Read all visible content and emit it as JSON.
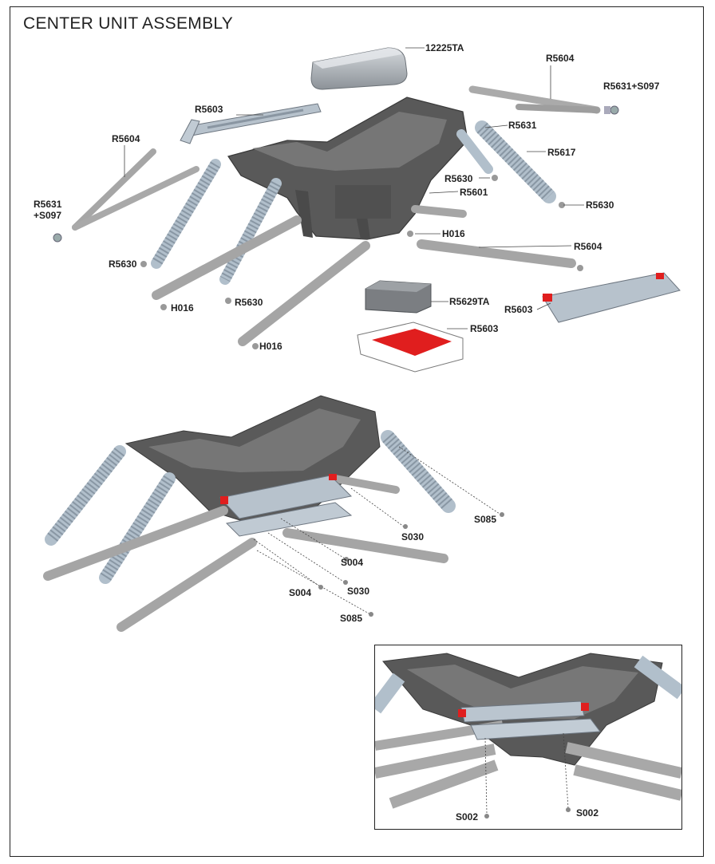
{
  "title": "CENTER UNIT ASSEMBLY",
  "colors": {
    "frame_dark": "#4f4f4f",
    "frame_mid": "#6b6b6b",
    "shock_blue": "#b3c0cc",
    "link_grey": "#a4a4a4",
    "red_accent": "#e01e1e",
    "label_text": "#222222"
  },
  "callouts": {
    "battery": "12225TA",
    "link_top_right": "R5604",
    "rod_end_top_right": "R5631+S097",
    "bumper_top": "R5603",
    "rod_end_right": "R5631",
    "shock_right": "R5617",
    "link_left": "R5604",
    "ball_right_inner": "R5630",
    "chassis": "R5601",
    "ball_right_outer": "R5630",
    "rod_end_left_line1": "R5631",
    "rod_end_left_line2": "+S097",
    "pivot_center": "H016",
    "link_right_lower": "R5604",
    "ball_left": "R5630",
    "esc": "R5629TA",
    "bumper_right": "R5603",
    "pivot_left": "H016",
    "ball_left_lower": "R5630",
    "tray": "R5603",
    "pivot_left_lower": "H016",
    "screw_right": "S085",
    "screw_center_a": "S030",
    "screw_center_b": "S004",
    "screw_left_a": "S004",
    "screw_center_c": "S030",
    "screw_bottom": "S085",
    "inset_screw_left": "S002",
    "inset_screw_right": "S002"
  }
}
